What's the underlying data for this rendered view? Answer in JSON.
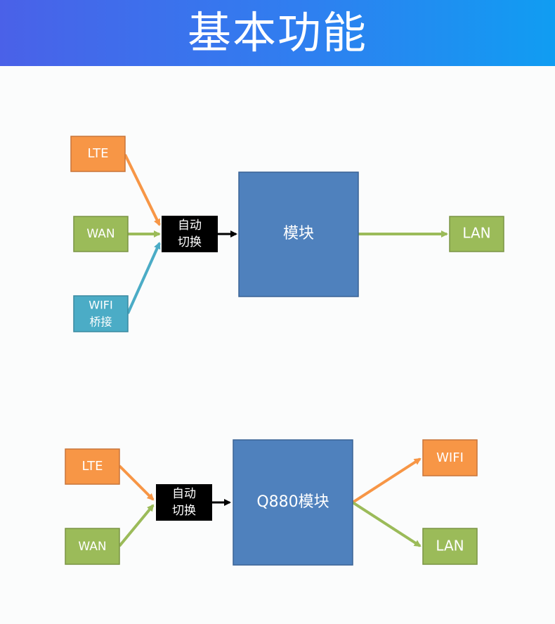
{
  "header": {
    "title": "基本功能"
  },
  "diagram1": {
    "lte": "LTE",
    "wan": "WAN",
    "wifi_bridge_line1": "WIFI",
    "wifi_bridge_line2": "桥接",
    "switch_line1": "自动",
    "switch_line2": "切换",
    "module": "模块",
    "lan": "LAN"
  },
  "diagram2": {
    "lte": "LTE",
    "wan": "WAN",
    "switch_line1": "自动",
    "switch_line2": "切换",
    "module": "Q880模块",
    "wifi": "WIFI",
    "lan": "LAN"
  },
  "colors": {
    "orange": "#f79646",
    "green": "#9bbb59",
    "teal": "#4bacc6",
    "blue": "#4f81bd",
    "black": "#000000"
  }
}
